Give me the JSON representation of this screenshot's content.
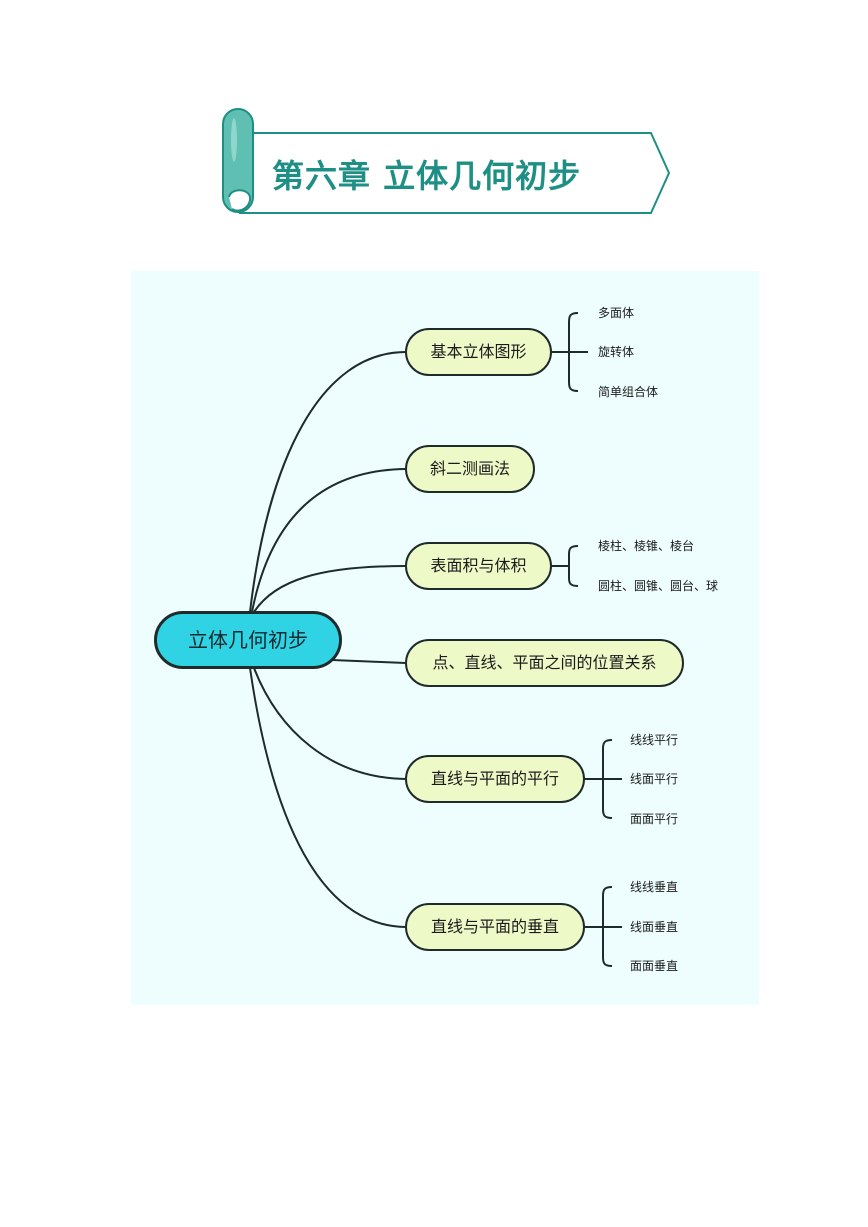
{
  "banner": {
    "title": "第六章  立体几何初步",
    "colors": {
      "accent": "#1e8f84",
      "fill": "#5fbfb3"
    }
  },
  "mindmap": {
    "root": "立体几何初步",
    "branches": [
      {
        "label": "基本立体图形",
        "leaves": [
          "多面体",
          "旋转体",
          "简单组合体"
        ]
      },
      {
        "label": "斜二测画法",
        "leaves": []
      },
      {
        "label": "表面积与体积",
        "leaves": [
          "棱柱、棱锥、棱台",
          "圆柱、圆锥、圆台、球"
        ]
      },
      {
        "label": "点、直线、平面之间的位置关系",
        "leaves": []
      },
      {
        "label": "直线与平面的平行",
        "leaves": [
          "线线平行",
          "线面平行",
          "面面平行"
        ]
      },
      {
        "label": "直线与平面的垂直",
        "leaves": [
          "线线垂直",
          "线面垂直",
          "面面垂直"
        ]
      }
    ],
    "colors": {
      "panel": "#eefefe",
      "root_fill": "#2fd3e4",
      "branch_fill": "#eef9c8",
      "line": "#1f2a2a"
    }
  }
}
